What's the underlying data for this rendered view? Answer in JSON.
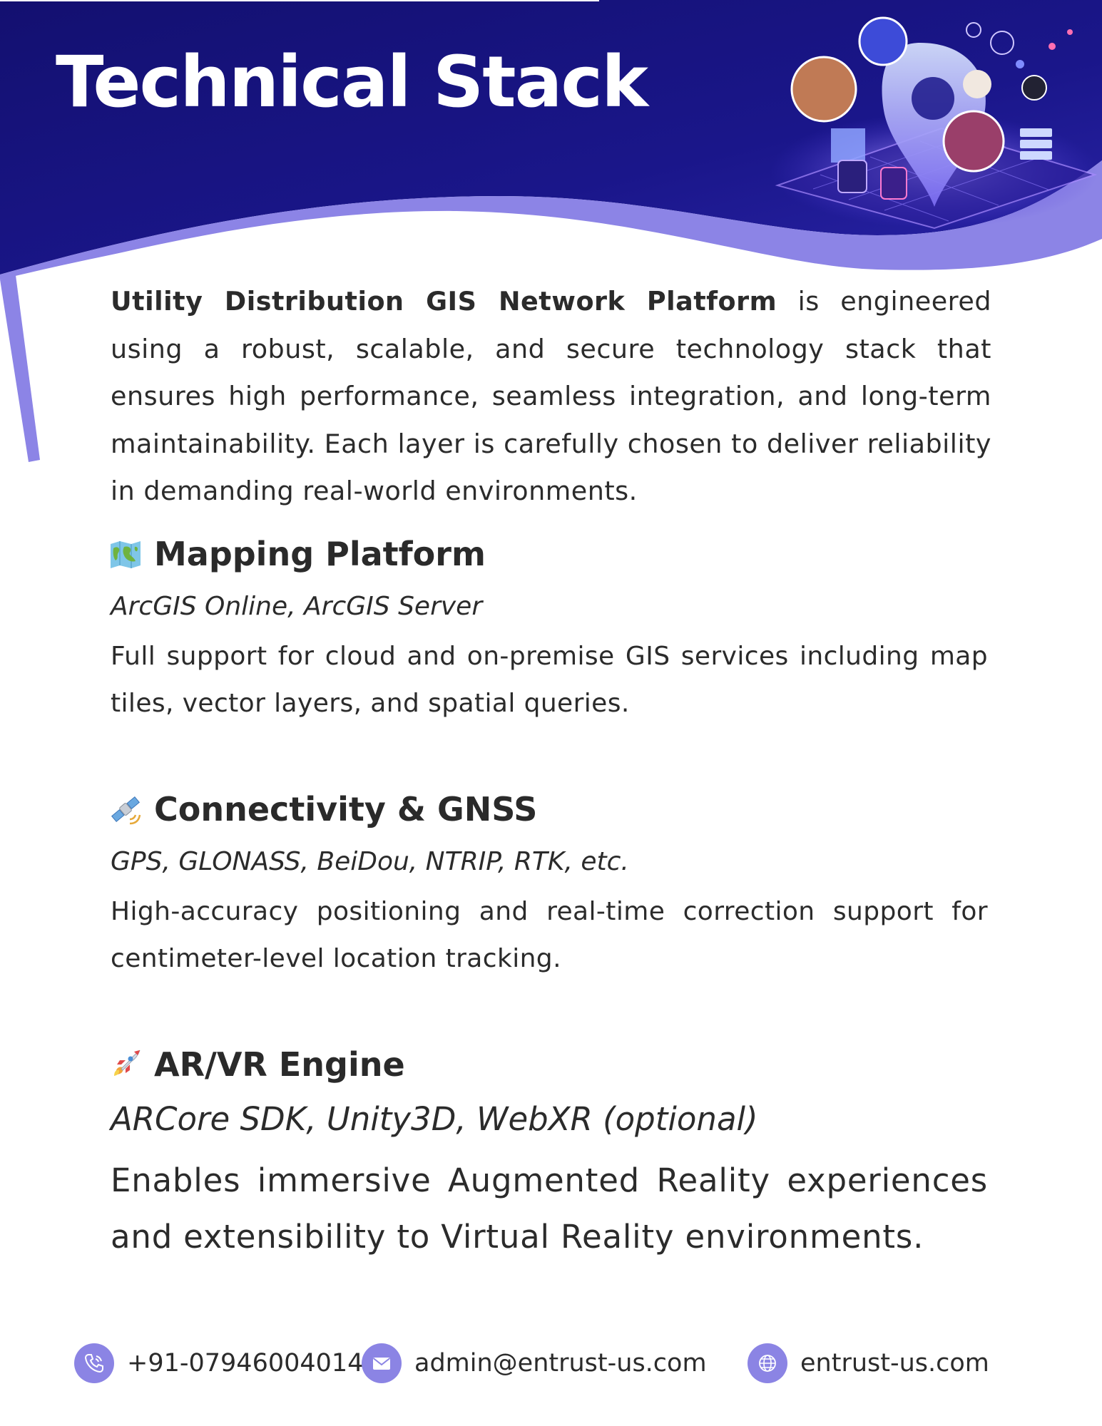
{
  "header": {
    "title": "Technical Stack"
  },
  "intro": {
    "bold_text": "Utility Distribution GIS Network Platform",
    "text": " is engineered using a robust, scalable, and secure technology stack that ensures high performance, seamless integration, and long-term maintainability. Each layer is carefully chosen to deliver reliability in demanding real-world environments."
  },
  "sections": [
    {
      "icon": "world-map-icon",
      "title": "Mapping Platform",
      "tech": "ArcGIS Online, ArcGIS Server",
      "description": "Full support for cloud and on-premise GIS services including map tiles, vector layers, and spatial queries."
    },
    {
      "icon": "satellite-icon",
      "title": "Connectivity & GNSS",
      "tech": "GPS, GLONASS, BeiDou, NTRIP, RTK, etc.",
      "description": "High-accuracy positioning and real-time correction support for centimeter-level location tracking."
    },
    {
      "icon": "rocket-icon",
      "title": "AR/VR Engine",
      "tech": "ARCore SDK, Unity3D, WebXR (optional)",
      "description": "Enables immersive Augmented Reality experiences and extensibility to Virtual Reality environments."
    }
  ],
  "footer": {
    "phone": "+91-07946004014",
    "email": "admin@entrust-us.com",
    "website": "entrust-us.com"
  },
  "colors": {
    "header_dark": "#16137a",
    "accent_lavender": "#8c84e6",
    "text": "#2b2b2b"
  }
}
